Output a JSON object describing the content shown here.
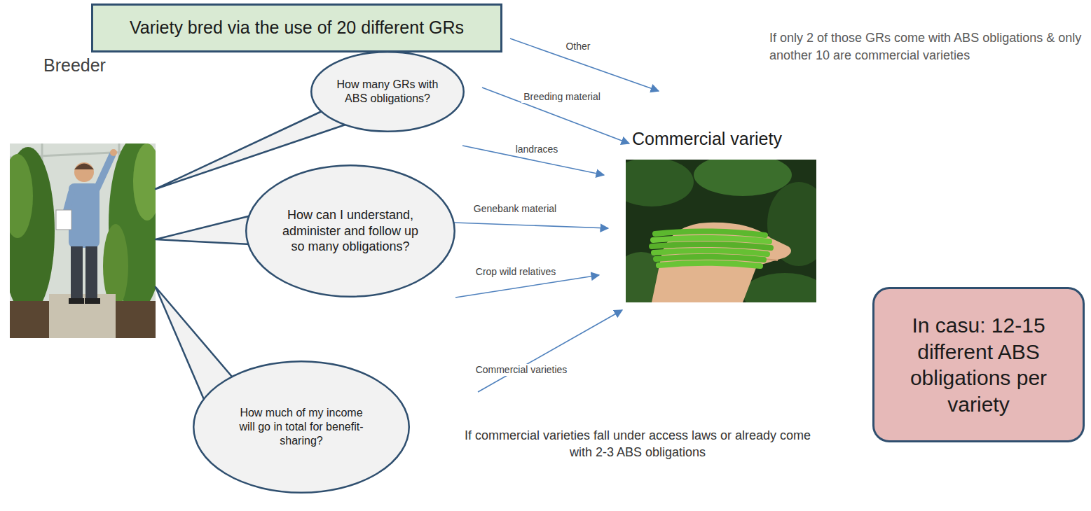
{
  "diagram": {
    "nodes": [
      {
        "text": [
          "Variety bred via the use of 20 different GRs"
        ]
      },
      {
        "text": [
          "Breeder"
        ]
      },
      {
        "text": [
          "How many GRs with ABS obligations?"
        ]
      },
      {
        "text": [
          "Commercial variety"
        ]
      },
      {
        "text": [
          "How can I understand, administer and follow up so many obligations?"
        ]
      },
      {
        "text": [
          "How much of my income will go in total for benefit-sharing?"
        ]
      },
      {
        "text": [
          "In casu: 12-15 different ABS obligations per variety"
        ]
      }
    ],
    "edges": [
      {
        "from": 1,
        "to": 2,
        "arrow": "none"
      },
      {
        "from": 1,
        "to": 4,
        "arrow": "none"
      },
      {
        "from": 1,
        "to": 5,
        "arrow": "none"
      }
    ],
    "labels": [
      "Other",
      "If only 2 of those GRs come with ABS obligations & only another 10 are commercial varieties",
      "Breeding material",
      "landraces",
      "Genebank material",
      "Crop wild relatives",
      "Commercial varieties",
      "If commercial varieties fall under access laws or already come with 2-3 ABS obligations"
    ]
  }
}
